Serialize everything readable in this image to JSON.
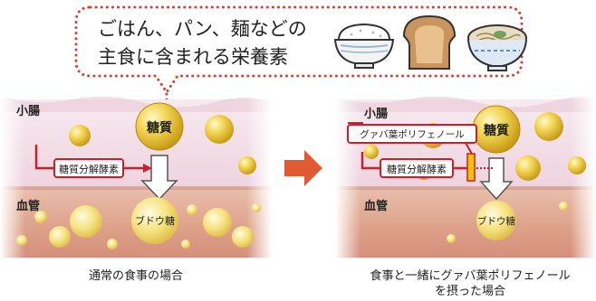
{
  "callout": {
    "line1": "ごはん、パン、麺などの",
    "line2": "主食に含まれる栄養素"
  },
  "foods": [
    {
      "name": "rice-bowl-icon"
    },
    {
      "name": "bread-icon"
    },
    {
      "name": "noodle-bowl-icon"
    }
  ],
  "left_panel": {
    "intestine_label": "小腸",
    "vessel_label": "血管",
    "sugar_label": "糖質",
    "enzyme_label": "糖質分解酵素",
    "glucose_label": "ブドウ糖",
    "caption": "通常の食事の場合"
  },
  "right_panel": {
    "intestine_label": "小腸",
    "vessel_label": "血管",
    "sugar_label": "糖質",
    "polyphenol_label": "グァバ葉ポリフェノール",
    "enzyme_label": "糖質分解酵素",
    "glucose_label": "ブドウ糖",
    "caption_line1": "食事と一緒にグァバ葉ポリフェノール",
    "caption_line2": "を摂った場合"
  },
  "colors": {
    "intestine": "#f1dde6",
    "vessel_top": "#e7b9a4",
    "vessel_bottom": "#d58f78",
    "enzyme_red": "#c8202d",
    "inhibitor_yellow": "#f2c100",
    "center_arrow": "#e05a34",
    "dotted_border": "#d2443a"
  }
}
